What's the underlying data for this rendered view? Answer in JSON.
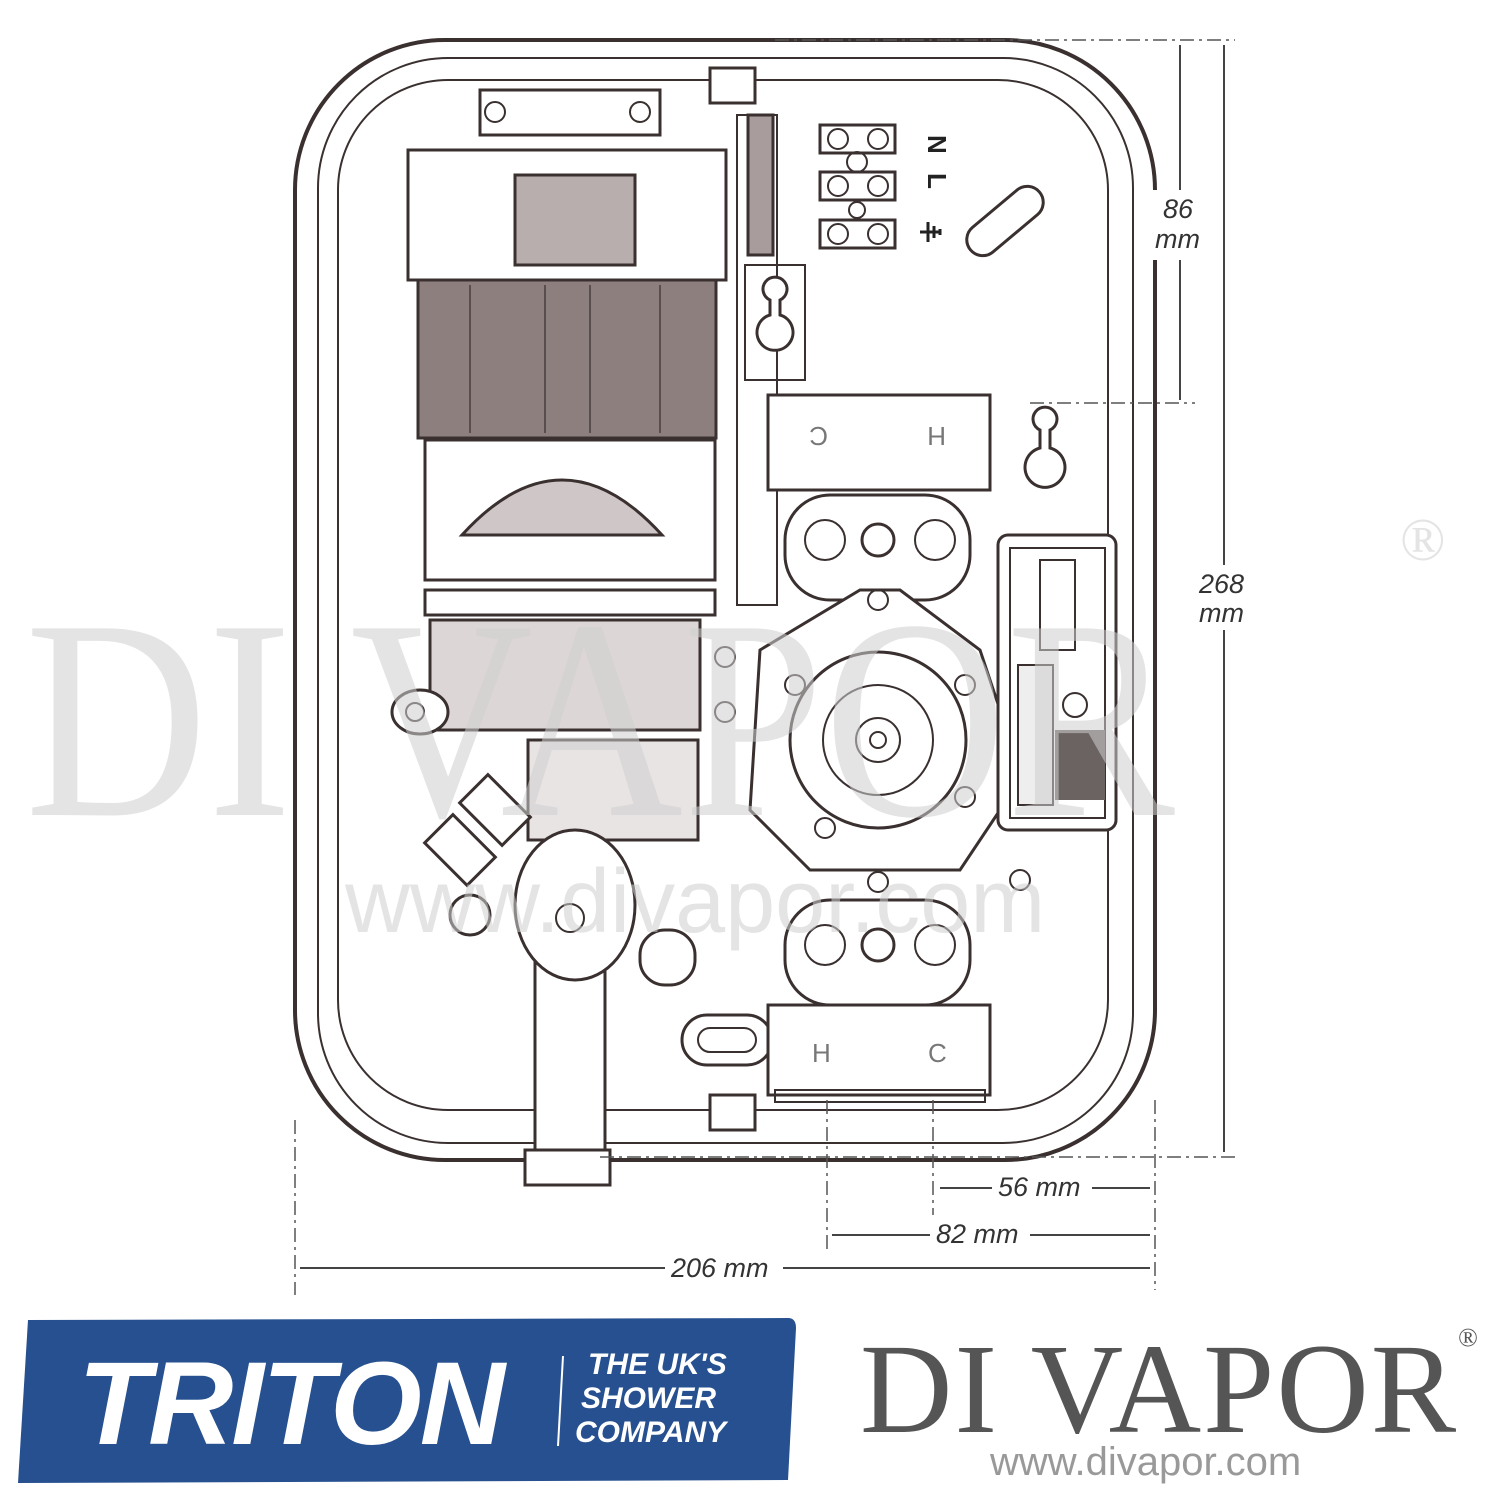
{
  "diagram": {
    "terminal_labels": [
      "N",
      "L"
    ],
    "earth_symbol": "earth-icon",
    "valve_labels": {
      "top_left": "C",
      "top_right": "H",
      "bottom_left": "H",
      "bottom_right": "C"
    },
    "dimensions": {
      "height_to_inlet": "86",
      "height_to_inlet_unit": "mm",
      "total_height": "268",
      "total_height_unit": "mm",
      "inlet_c_offset": "56 mm",
      "inlet_h_offset": "82 mm",
      "total_width": "206 mm"
    },
    "watermark": {
      "text": "DI VAPOR",
      "registered": "®",
      "url": "www.divapor.com"
    }
  },
  "branding": {
    "triton": {
      "name": "TRITON",
      "tagline_1": "THE UK'S",
      "tagline_2": "SHOWER",
      "tagline_3": "COMPANY",
      "color": "#26508f"
    },
    "divapor": {
      "name": "DI VAPOR",
      "registered": "®",
      "url": "www.divapor.com",
      "color": "#555555"
    }
  }
}
